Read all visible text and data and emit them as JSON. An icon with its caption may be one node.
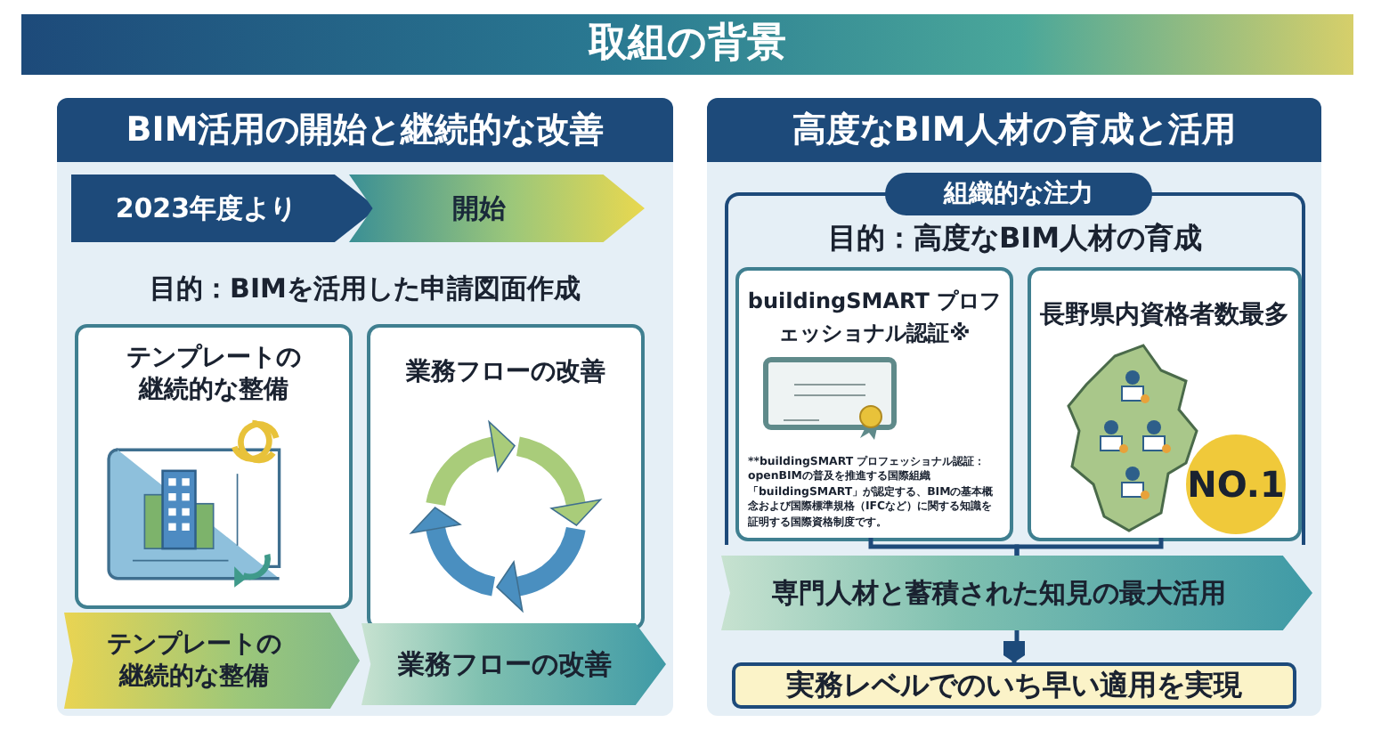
{
  "diagram": {
    "title": "取組の背景",
    "nodes": [
      {
        "text": [
          "BIM活用の開始と継続的な改善"
        ]
      },
      {
        "text": [
          "2023年度より"
        ],
        "in": 0
      },
      {
        "text": [
          "開始"
        ],
        "in": 0
      },
      {
        "text": [
          "テンプレートの継続的な整備"
        ],
        "in": 0
      },
      {
        "text": [
          "業務フローの改善"
        ],
        "in": 0
      },
      {
        "text": [
          "テンプレートの継続的な整備"
        ],
        "in": 0
      },
      {
        "text": [
          "業務フローの改善"
        ],
        "in": 0
      },
      {
        "text": [
          "高度なBIM人材の育成と活用"
        ]
      },
      {
        "text": [
          "組織的な注力",
          "目的：高度なBIM人材の育成"
        ],
        "in": 7
      },
      {
        "text": [
          "buildingSMART プロフェッショナル認証※",
          "**buildingSMART プロフェッショナル認証：openBIMの普及を推進する国際組織「buildingSMART」が認定する、BIMの基本概念および国際標準規格（IFCなど）に関する知識を証明する国際資格制度です。"
        ],
        "in": 8
      },
      {
        "text": [
          "長野県内資格者数最多"
        ],
        "in": 8
      },
      {
        "text": [
          "NO.1"
        ],
        "in": 10
      },
      {
        "text": [
          "専門人材と蓄積された知見の最大活用"
        ],
        "in": 7
      },
      {
        "text": [
          "実務レベルでのいち早い適用を実現"
        ],
        "in": 7
      }
    ],
    "edges": [
      {
        "from": 9,
        "to": 12,
        "arrow": "none"
      },
      {
        "from": 10,
        "to": 12,
        "arrow": "none"
      },
      {
        "from": 12,
        "to": 13,
        "arrow": "to"
      }
    ],
    "labels": [
      "目的：BIMを活用した申請図面作成"
    ]
  }
}
